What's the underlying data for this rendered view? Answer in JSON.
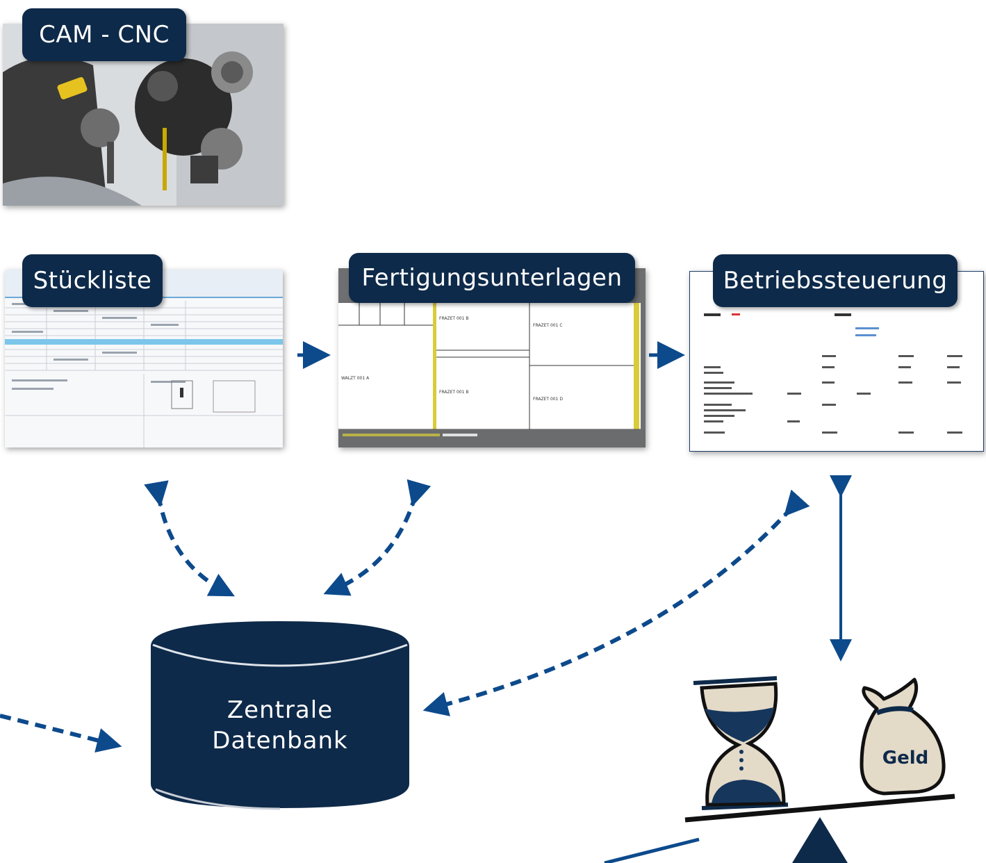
{
  "labels": {
    "cam": "CAM - CNC",
    "bom": "Stückliste",
    "docs": "Fertigungsunterlagen",
    "control": "Betriebssteuerung",
    "db_line1": "Zentrale",
    "db_line2": "Datenbank",
    "money": "Geld"
  },
  "colors": {
    "navy": "#0e2a4a",
    "arrow": "#0d4a8c",
    "sand": "#e3dac8",
    "fill": "#16365c"
  },
  "icons": [
    "hourglass-icon",
    "money-bag-icon",
    "balance-scale-icon",
    "database-icon"
  ]
}
